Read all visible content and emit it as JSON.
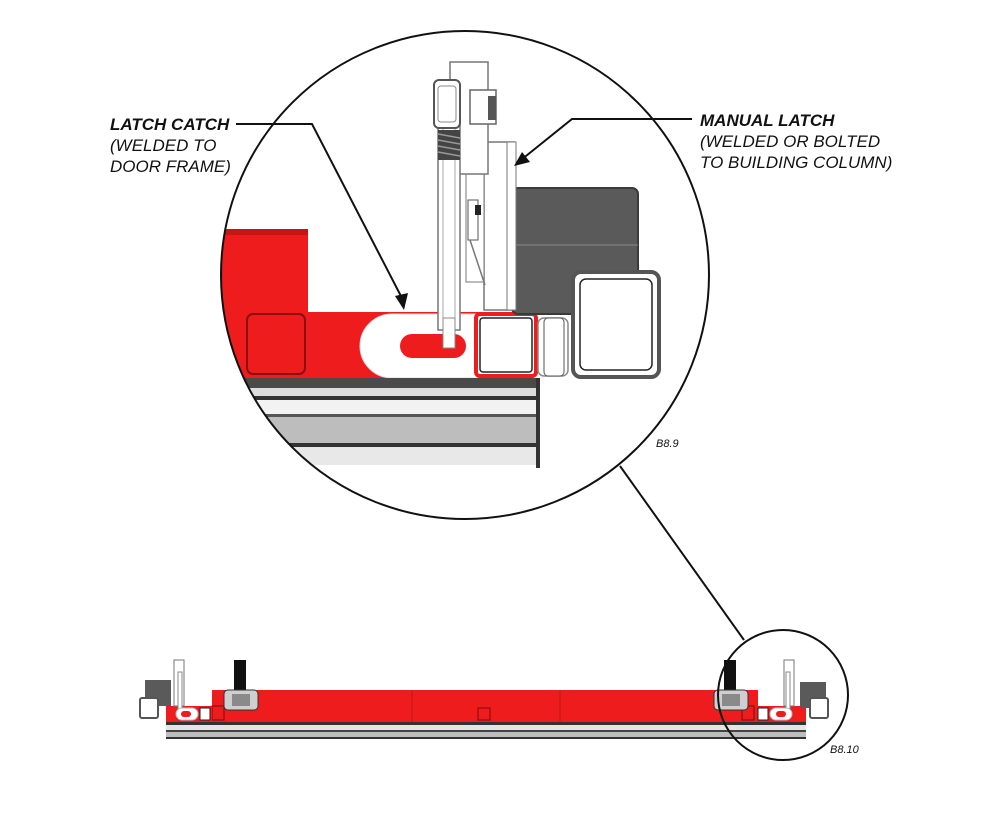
{
  "callouts": {
    "latch_catch": {
      "title": "LATCH CATCH",
      "line1": "(WELDED TO",
      "line2": "DOOR FRAME)"
    },
    "manual_latch": {
      "title": "MANUAL LATCH",
      "line1": "(WELDED OR BOLTED",
      "line2": "TO BUILDING COLUMN)"
    }
  },
  "figures": {
    "detail": "B8.9",
    "overview": "B8.10"
  },
  "colors": {
    "door_red": "#ee1c1c",
    "steel_gray": "#5a5a5a",
    "rail_gray": "#bdbdbd",
    "outline": "#111111"
  }
}
